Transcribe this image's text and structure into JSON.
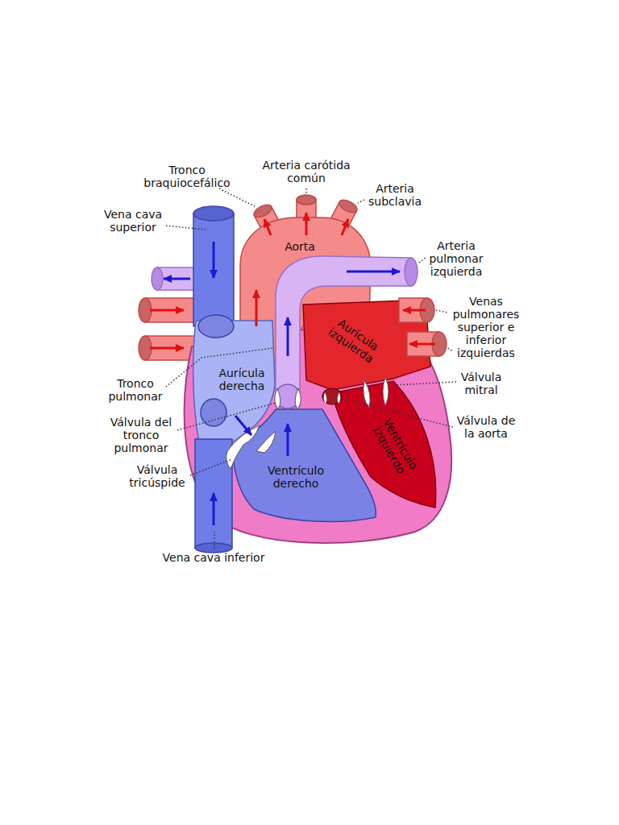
{
  "diagram": {
    "labels": [
      "Tronco braquiocefálico",
      "Arteria carótida común",
      "Arteria subclavia",
      "Vena cava superior",
      "Aorta",
      "Arteria pulmonar izquierda",
      "Venas pulmonares superior e inferior izquierdas",
      "Aurícula izquierda",
      "Tronco pulmonar",
      "Aurícula derecha",
      "Válvula mitral",
      "Válvula del tronco pulmonar",
      "Válvula de la aorta",
      "Ventrículo izquierdo",
      "Válvula tricúspide",
      "Ventrículo derecho",
      "Vena cava inferior"
    ]
  }
}
